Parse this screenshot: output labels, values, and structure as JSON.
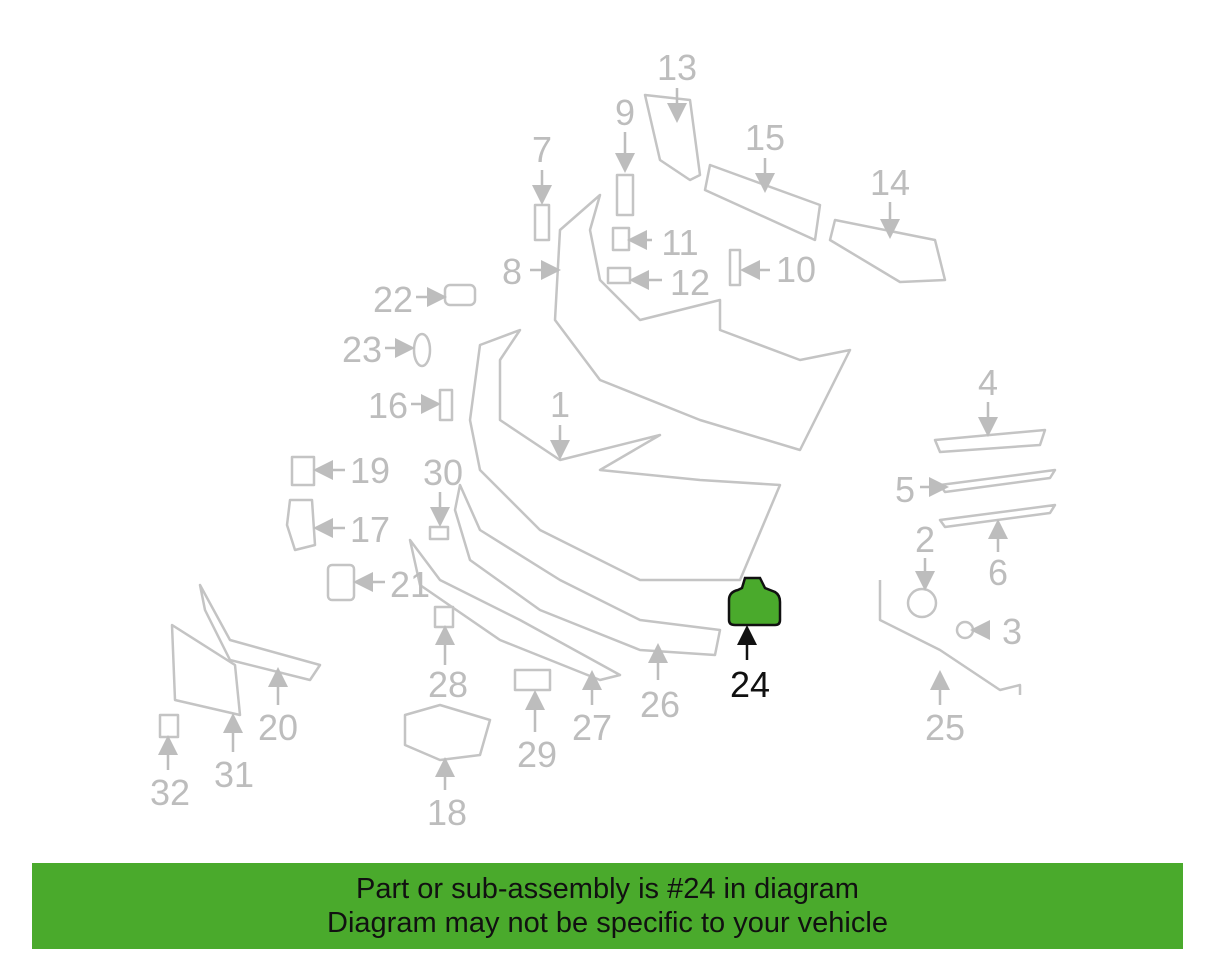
{
  "diagram": {
    "highlight_color": "#4aaa2c",
    "highlighted_part": "24",
    "labels": {
      "p1": "1",
      "p2": "2",
      "p3": "3",
      "p4": "4",
      "p5": "5",
      "p6": "6",
      "p7": "7",
      "p8": "8",
      "p9": "9",
      "p10": "10",
      "p11": "11",
      "p12": "12",
      "p13": "13",
      "p14": "14",
      "p15": "15",
      "p16": "16",
      "p17": "17",
      "p18": "18",
      "p19": "19",
      "p20": "20",
      "p21": "21",
      "p22": "22",
      "p23": "23",
      "p24": "24",
      "p25": "25",
      "p26": "26",
      "p27": "27",
      "p28": "28",
      "p29": "29",
      "p30": "30",
      "p31": "31",
      "p32": "32"
    }
  },
  "banner": {
    "line1": "Part or sub-assembly is #24 in diagram",
    "line2": "Diagram may not be specific to your vehicle",
    "color": "#4aaa2c"
  }
}
